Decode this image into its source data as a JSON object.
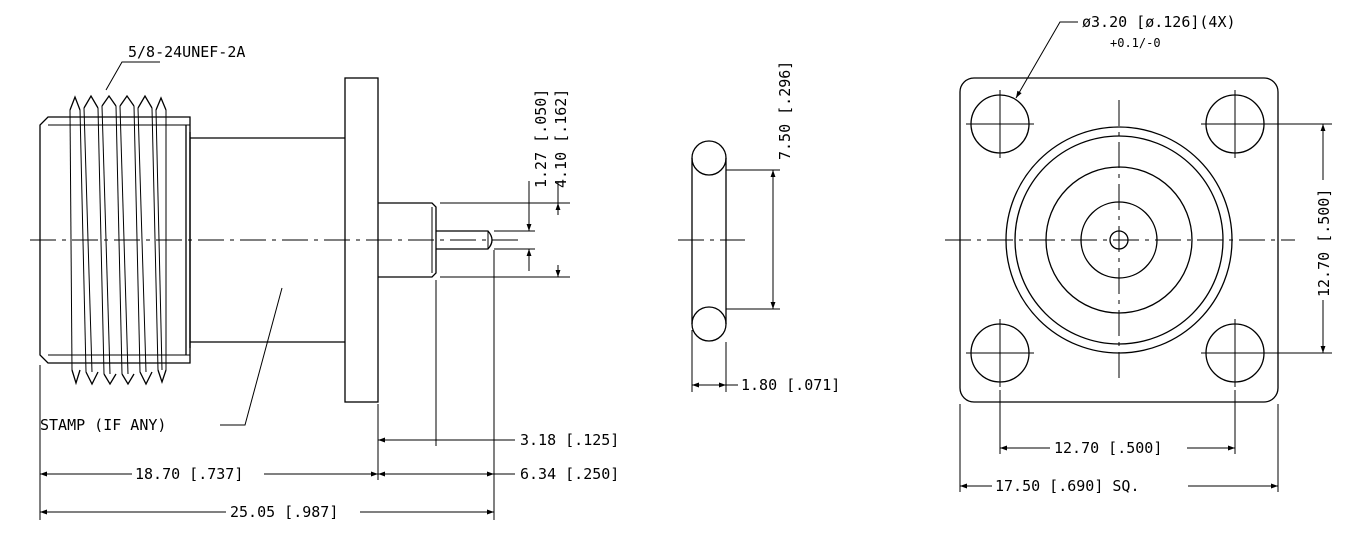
{
  "side_view": {
    "thread_label": "5/8-24UNEF-2A",
    "stamp_label": "STAMP (IF ANY)",
    "dim_pin_diameter": "1.27 [.050]",
    "dim_dielectric_diameter": "4.10 [.162]",
    "dim_pin_length": "3.18 [.125]",
    "dim_rear_length": "6.34 [.250]",
    "dim_front_length": "18.70 [.737]",
    "dim_overall_length": "25.05 [.987]"
  },
  "oring_view": {
    "dim_inner_diameter": "7.50 [.296]",
    "dim_thickness": "1.80 [.071]"
  },
  "front_view": {
    "dim_hole": "ø3.20 [ø.126](4X)",
    "dim_hole_tolerance": "+0.1/-0",
    "dim_hole_spacing_vertical": "12.70 [.500]",
    "dim_hole_spacing_horizontal": "12.70 [.500]",
    "dim_flange_square": "17.50 [.690] SQ."
  }
}
